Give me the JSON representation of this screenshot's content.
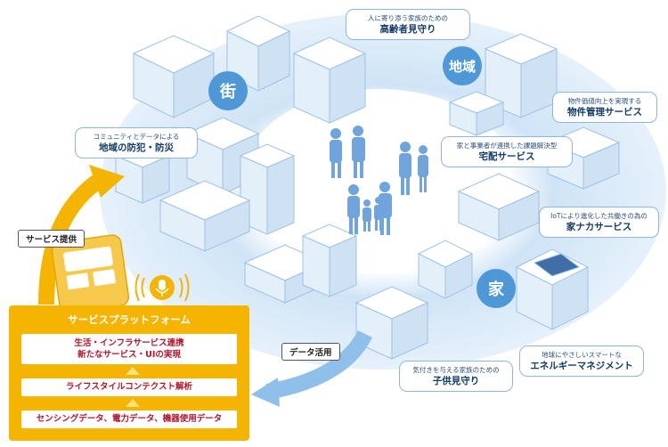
{
  "circles": {
    "town": "街",
    "region": "地域",
    "home": "家"
  },
  "callouts": {
    "elderly": {
      "sub": "人に寄り添う家族のための",
      "main": "高齢者見守り"
    },
    "property": {
      "sub": "物件価値向上を実現する",
      "main": "物件管理サービス"
    },
    "delivery": {
      "sub": "家と事業者が連携した課題解決型",
      "main": "宅配サービス"
    },
    "housework": {
      "sub": "IoTにより進化した共働きの為の",
      "main": "家ナカサービス"
    },
    "energy": {
      "sub": "地球にやさしいスマートな",
      "main": "エネルギーマネジメント"
    },
    "child": {
      "sub": "気付きを与える家族のための",
      "main": "子供見守り"
    },
    "safety": {
      "sub": "コミュニティとデータによる",
      "main": "地域の防犯・防災"
    }
  },
  "labels": {
    "service_provision": "サービス提供",
    "data_use": "データ活用"
  },
  "platform": {
    "title": "サービスプラットフォーム",
    "box1_line1": "生活・インフラサービス連携",
    "box1_line2": "新たなサービス・UIの実現",
    "box2": "ライフスタイルコンテクスト解析",
    "box3": "センシングデータ、電力データ、機器使用データ"
  },
  "colors": {
    "accent_blue": "#4f98d8",
    "platform_yellow": "#f4b400",
    "text_red": "#b0162d"
  },
  "icons": [
    "microphone-icon",
    "smartphone-icon",
    "people-icon"
  ]
}
